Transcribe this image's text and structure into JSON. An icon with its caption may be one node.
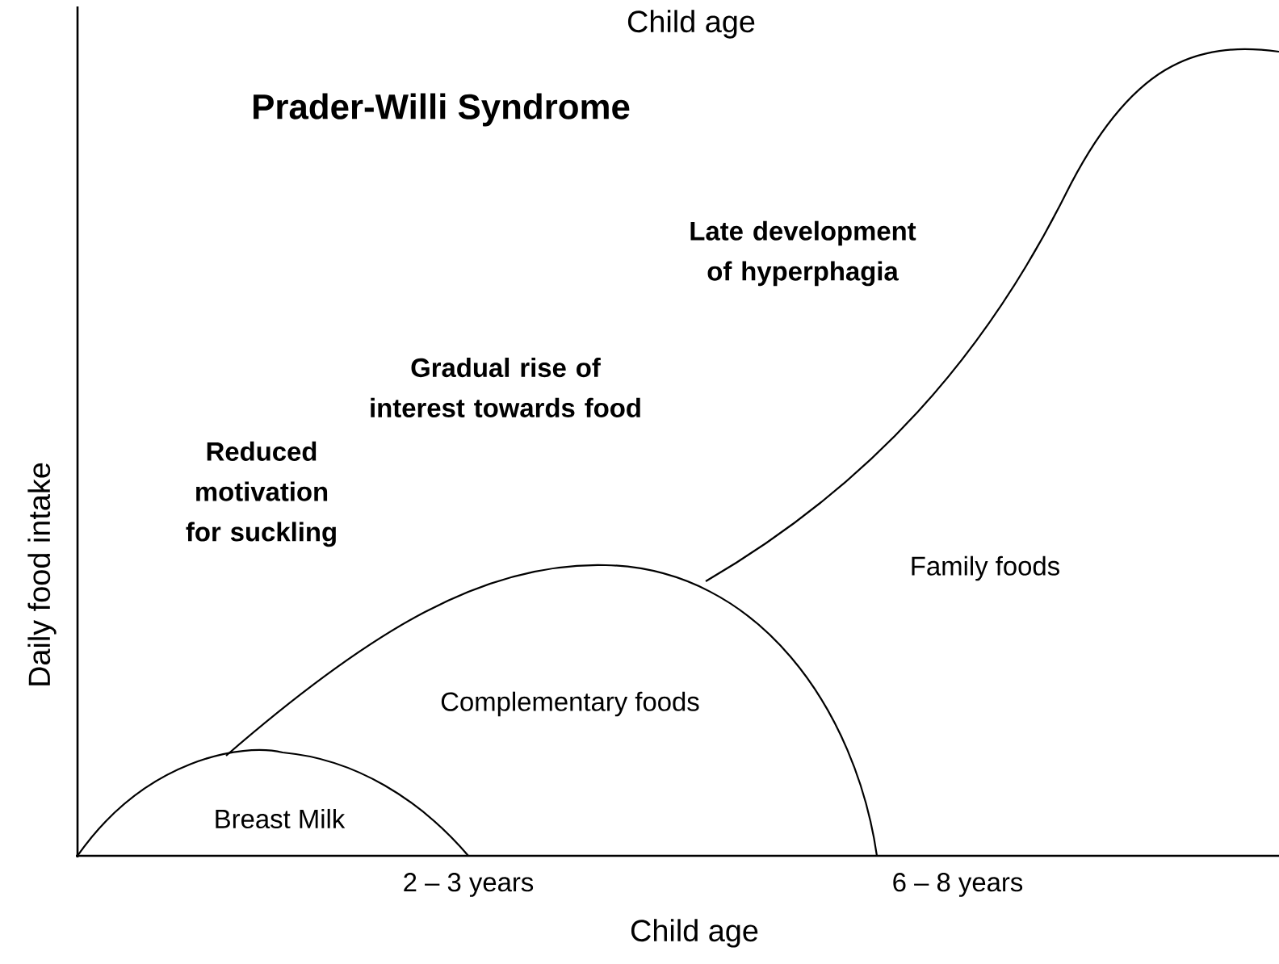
{
  "diagram": {
    "title": "Prader-Willi Syndrome",
    "labels": [
      "Child age",
      "Late development of hyperphagia",
      "Gradual rise of interest towards food",
      "Reduced motivation for suckling",
      "Family foods",
      "Complementary foods",
      "Daily food intake",
      "Breast Milk",
      "2 – 3 years",
      "6 – 8 years",
      "Child age"
    ]
  }
}
